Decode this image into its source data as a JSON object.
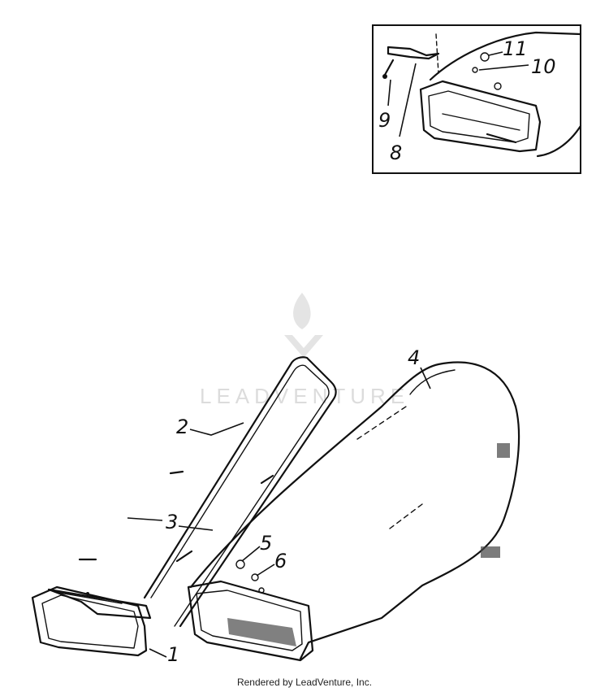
{
  "watermark": {
    "text": "LEADVENTURE"
  },
  "callouts": {
    "c1": "1",
    "c2": "2",
    "c3a": "3",
    "c4": "4",
    "c5": "5",
    "c6": "6",
    "c8": "8",
    "c9": "9",
    "c10": "10",
    "c11": "11"
  },
  "footer": {
    "text": "Rendered by LeadVenture, Inc."
  },
  "colors": {
    "ink": "#111111",
    "watermark": "#d9d9d9",
    "background": "#ffffff"
  }
}
